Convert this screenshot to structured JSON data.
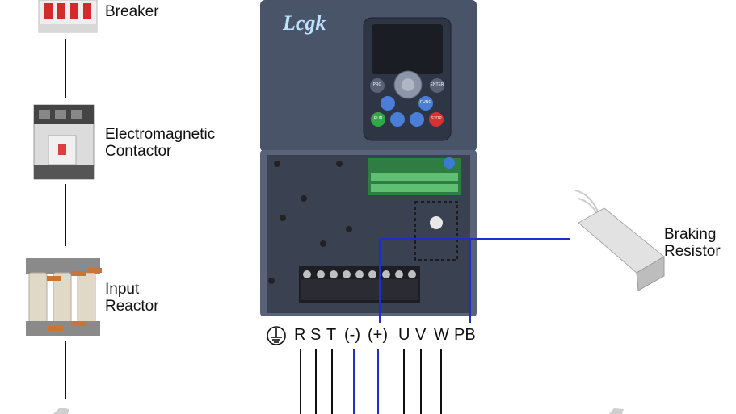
{
  "labels": {
    "circuit_breaker": "Breaker",
    "contactor_line1": "Electromagnetic",
    "contactor_line2": "Contactor",
    "reactor_line1": "Input",
    "reactor_line2": "Reactor",
    "resistor_line1": "Braking",
    "resistor_line2": "Resistor"
  },
  "brand": "Lcgk",
  "keypad": {
    "prg": "PRG",
    "enter": "ENTER",
    "func": "FUNC",
    "run": "RUN",
    "stop": "STOP"
  },
  "terminals": {
    "r": "R",
    "s": "S",
    "t": "T",
    "neg": "(-)",
    "pos": "(+)",
    "u": "U",
    "v": "V",
    "w": "W",
    "pb": "PB"
  },
  "colors": {
    "wire_black": "#111111",
    "wire_blue": "#1a2fd0",
    "drive_body": "#4a5468",
    "drive_dark": "#3a4252",
    "panel": "#6a7386"
  }
}
